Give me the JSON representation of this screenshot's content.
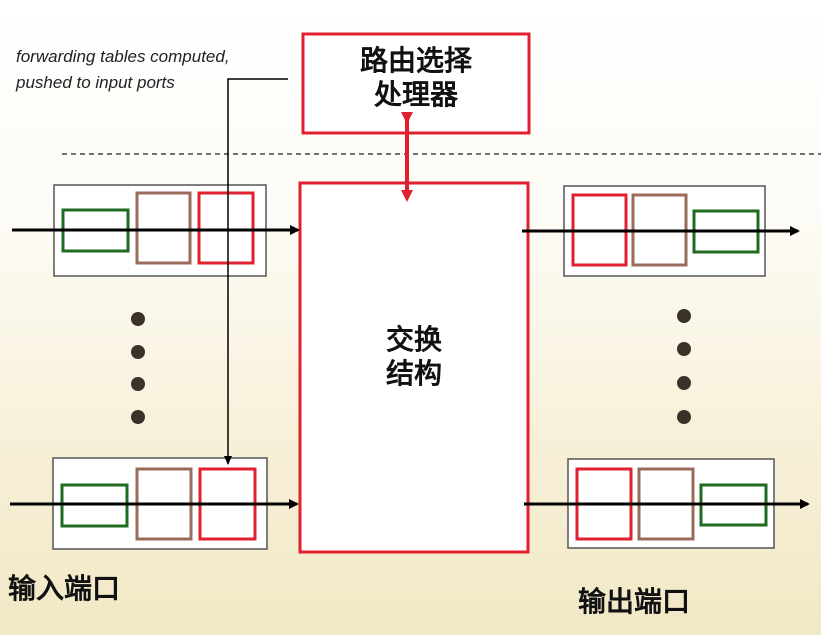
{
  "annotation": {
    "line1": "forwarding tables computed,",
    "line2": "pushed to input ports"
  },
  "routing_processor": {
    "line1": "路由选择",
    "line2": "处理器"
  },
  "switching_fabric": {
    "line1": "交换",
    "line2": "结构"
  },
  "input_ports_label": "输入端口",
  "output_ports_label": "输出端口",
  "colors": {
    "red": "#e0202e",
    "brown": "#9a6b5a",
    "green": "#1f6b22",
    "port_border": "#555555",
    "dot": "#3a3228"
  }
}
